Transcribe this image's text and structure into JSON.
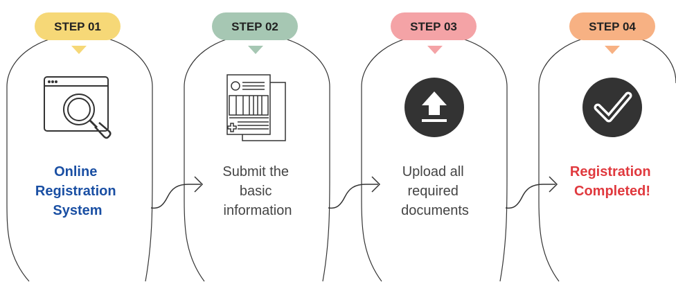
{
  "steps": [
    {
      "badge": "STEP 01",
      "badge_color": "#f6d877",
      "icon": "search-window-icon",
      "lines": [
        "Online",
        "Registration",
        "System"
      ],
      "text_color": "#1a4fa3",
      "bold": true
    },
    {
      "badge": "STEP 02",
      "badge_color": "#a6c7b3",
      "icon": "document-form-icon",
      "lines": [
        "Submit the",
        "basic",
        "information"
      ],
      "text_color": "#444444",
      "bold": false
    },
    {
      "badge": "STEP 03",
      "badge_color": "#f4a3a6",
      "icon": "upload-icon",
      "lines": [
        "Upload all",
        "required",
        "documents"
      ],
      "text_color": "#444444",
      "bold": false
    },
    {
      "badge": "STEP 04",
      "badge_color": "#f7b183",
      "icon": "checkmark-icon",
      "lines": [
        "Registration",
        "Completed!"
      ],
      "text_color": "#e0393e",
      "bold": true
    }
  ],
  "colors": {
    "outline": "#333333",
    "icon_dark": "#333333"
  }
}
